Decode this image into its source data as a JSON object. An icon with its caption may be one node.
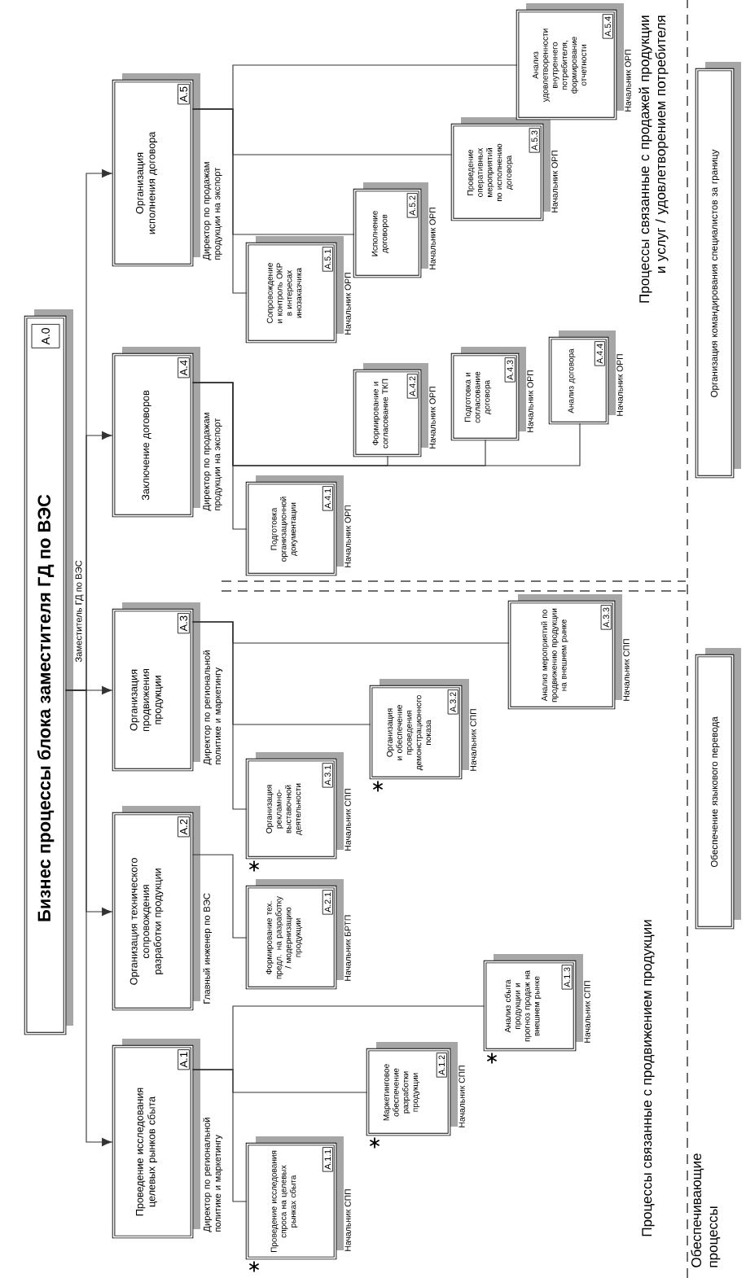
{
  "diagram": {
    "nodes": [
      {
        "text": [
          "Бизнес процессы блока заместителя ГД по ВЭС",
          "A.0"
        ],
        "beside": [
          "Заместитель ГД по ВЭС"
        ]
      },
      {
        "text": [
          "Проведение исследования целевых рынков сбыта",
          "A.1"
        ],
        "beside": [
          "Директор по региональной политике и маркетингу"
        ]
      },
      {
        "text": [
          "Организация технического сопровождения разработки продукции",
          "A.2"
        ],
        "beside": [
          "Главный инженер по ВЭС"
        ]
      },
      {
        "text": [
          "Организация продвижения продукции",
          "A.3"
        ],
        "beside": [
          "Директор по региональной политике и маркетингу"
        ]
      },
      {
        "text": [
          "Заключение договоров",
          "A.4"
        ],
        "beside": [
          "Директор по продажам продукции на экспорт"
        ]
      },
      {
        "text": [
          "Организация исполнения договора",
          "A.5"
        ],
        "beside": [
          "Директор по продажам продукции на экспорт"
        ]
      },
      {
        "text": [
          "Проведение исследования спроса на целевых рынках сбыта",
          "A.1.1"
        ],
        "beside": [
          "Начальник СПП"
        ]
      },
      {
        "text": [
          "Маркетинговое обеспечение разработки продукции",
          "A.1.2"
        ],
        "beside": [
          "Начальник СПП"
        ]
      },
      {
        "text": [
          "Анализ сбыта продукции и прогноз продаж на внешнем рынке",
          "A.1.3"
        ],
        "beside": [
          "Начальник СПП"
        ]
      },
      {
        "text": [
          "Формирование тех. предл. на разработку / модернизацию продукции",
          "A.2.1"
        ],
        "beside": [
          "Начальник БРТП"
        ]
      },
      {
        "text": [
          "Организация рекламно-выставочной деятельности",
          "A.3.1"
        ],
        "beside": [
          "Начальник СПП"
        ]
      },
      {
        "text": [
          "Организация и обеспечение проведения демонстрационного показа",
          "A.3.2"
        ],
        "beside": [
          "Начальник СПП"
        ]
      },
      {
        "text": [
          "Анализ мероприятий по продвижению продукции на внешнем рынке",
          "A.3.3"
        ],
        "beside": [
          "Начальник СПП"
        ]
      },
      {
        "text": [
          "Подготовка организационной документации",
          "A.4.1"
        ],
        "beside": [
          "Начальник ОРП"
        ]
      },
      {
        "text": [
          "Формирование и согласование ТКП",
          "A.4.2"
        ],
        "beside": [
          "Начальник ОРП"
        ]
      },
      {
        "text": [
          "Подготовка и согласование договора",
          "A.4.3"
        ],
        "beside": [
          "Начальник ОРП"
        ]
      },
      {
        "text": [
          "Анализ договора",
          "A.4.4"
        ],
        "beside": [
          "Начальник ОРП"
        ]
      },
      {
        "text": [
          "Сопровождение и контроль ОКР в интересах инозаказчика",
          "A.5.1"
        ],
        "beside": [
          "Начальник ОРП"
        ]
      },
      {
        "text": [
          "Исполнение договоров",
          "A.5.2"
        ],
        "beside": [
          "Начальник ОРП"
        ]
      },
      {
        "text": [
          "Проведение оперативных мероприятий по исполнению договора",
          "A.5.3"
        ],
        "beside": [
          "Начальник ОРП"
        ]
      },
      {
        "text": [
          "Анализ удовлетворенности внутреннего потребителя, формирование отчетности",
          "A.5.4"
        ],
        "beside": [
          "Начальник ОРП"
        ]
      },
      {
        "text": [
          "Обеспечение языкового перевода"
        ]
      },
      {
        "text": [
          "Организация командирования специалистов за границу"
        ]
      }
    ],
    "edges": [
      {
        "from": 0,
        "to": 1,
        "arrow": "to"
      },
      {
        "from": 0,
        "to": 2,
        "arrow": "to"
      },
      {
        "from": 0,
        "to": 3,
        "arrow": "to"
      },
      {
        "from": 0,
        "to": 4,
        "arrow": "to"
      },
      {
        "from": 0,
        "to": 5,
        "arrow": "to"
      },
      {
        "from": 1,
        "to": 6,
        "arrow": "none"
      },
      {
        "from": 1,
        "to": 7,
        "arrow": "none"
      },
      {
        "from": 1,
        "to": 8,
        "arrow": "none"
      },
      {
        "from": 2,
        "to": 9,
        "arrow": "none"
      },
      {
        "from": 3,
        "to": 10,
        "arrow": "none"
      },
      {
        "from": 3,
        "to": 11,
        "arrow": "none"
      },
      {
        "from": 3,
        "to": 12,
        "arrow": "none"
      },
      {
        "from": 4,
        "to": 13,
        "arrow": "none"
      },
      {
        "from": 4,
        "to": 14,
        "arrow": "none"
      },
      {
        "from": 4,
        "to": 15,
        "arrow": "none"
      },
      {
        "from": 4,
        "to": 16,
        "arrow": "none"
      },
      {
        "from": 5,
        "to": 17,
        "arrow": "none"
      },
      {
        "from": 5,
        "to": 18,
        "arrow": "none"
      },
      {
        "from": 5,
        "to": 19,
        "arrow": "none"
      },
      {
        "from": 5,
        "to": 20,
        "arrow": "none"
      }
    ],
    "labels": [
      "Процессы связанные с продвижением продукции",
      "Процессы связанные с продажей продукции и услуг / удовлетворением потребителя",
      "Обеспечивающие процессы"
    ]
  }
}
